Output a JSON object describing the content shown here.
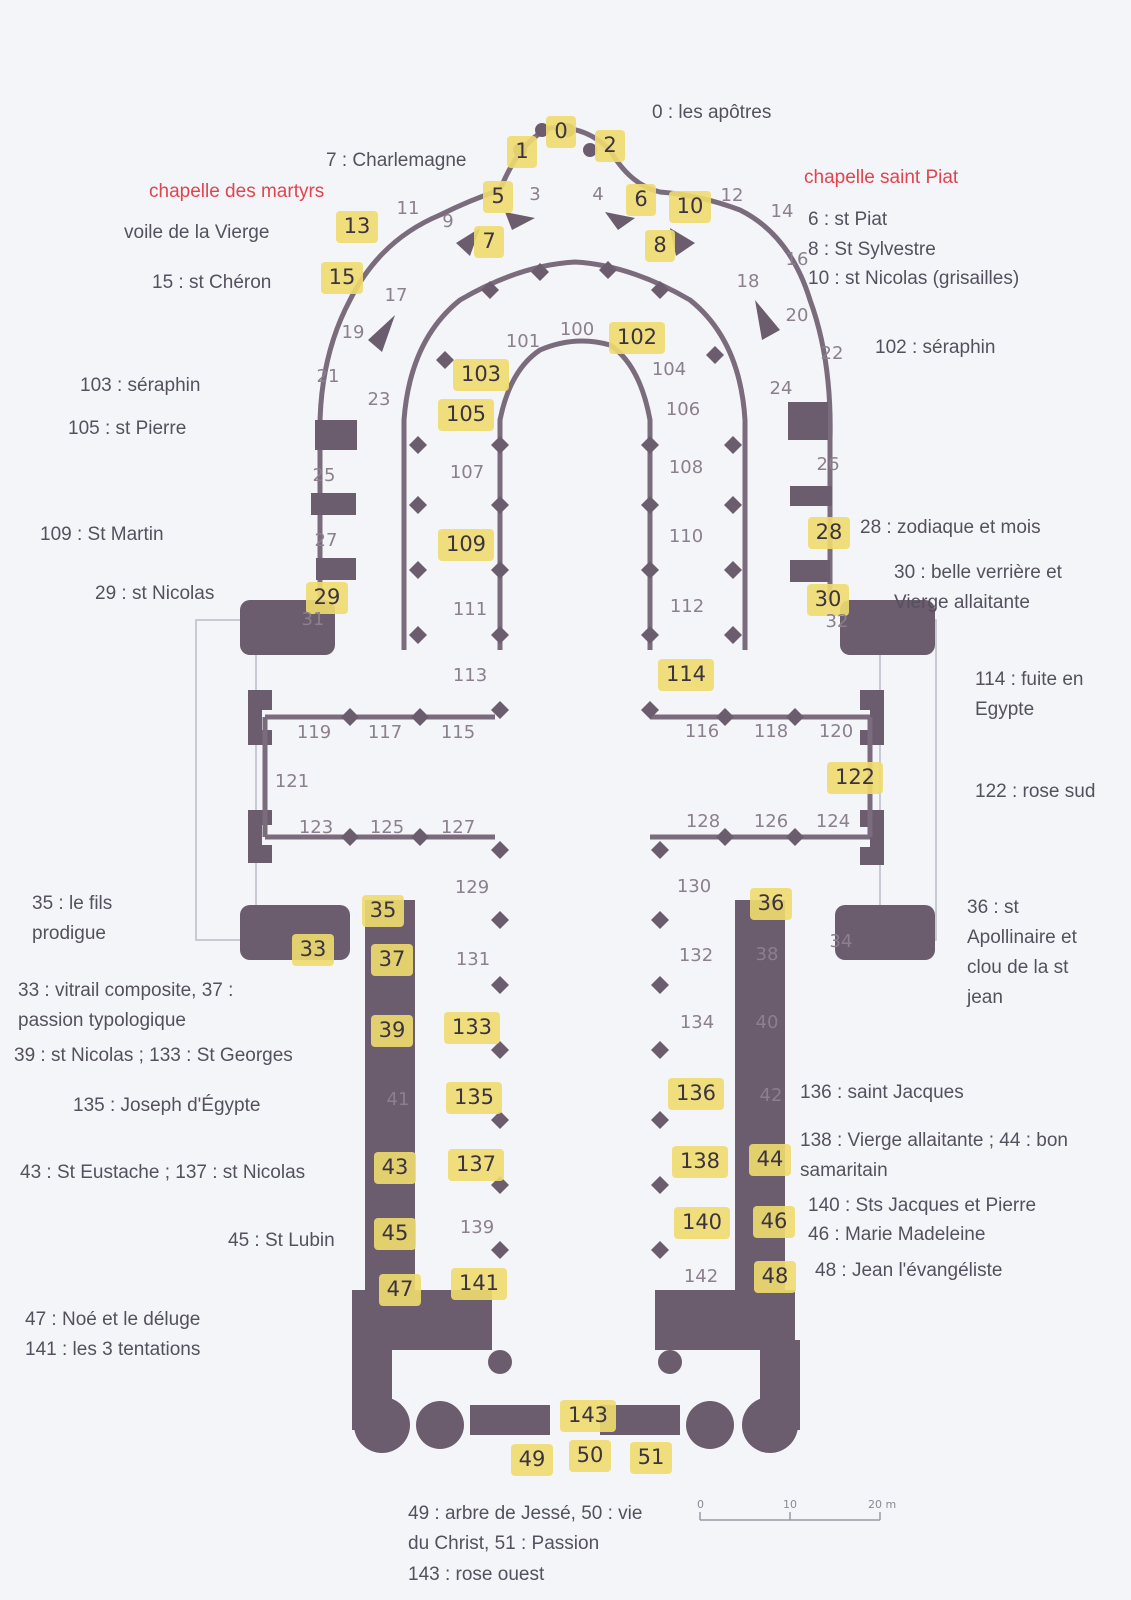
{
  "plan": {
    "scale_bar": [
      "0",
      "10",
      "20 m"
    ],
    "windows": [
      "0",
      "1",
      "2",
      "3",
      "4",
      "5",
      "6",
      "7",
      "8",
      "9",
      "10",
      "11",
      "12",
      "13",
      "14",
      "15",
      "16",
      "17",
      "18",
      "19",
      "20",
      "21",
      "22",
      "23",
      "24",
      "25",
      "26",
      "27",
      "28",
      "29",
      "30",
      "31",
      "32",
      "33",
      "34",
      "35",
      "36",
      "37",
      "38",
      "39",
      "40",
      "41",
      "42",
      "43",
      "44",
      "45",
      "46",
      "47",
      "48",
      "49",
      "50",
      "51",
      "100",
      "101",
      "102",
      "103",
      "104",
      "105",
      "106",
      "107",
      "108",
      "109",
      "110",
      "111",
      "112",
      "113",
      "114",
      "115",
      "116",
      "117",
      "118",
      "119",
      "120",
      "121",
      "122",
      "123",
      "124",
      "125",
      "126",
      "127",
      "128",
      "129",
      "130",
      "131",
      "132",
      "133",
      "134",
      "135",
      "136",
      "137",
      "138",
      "139",
      "140",
      "141",
      "142",
      "143"
    ],
    "highlighted": [
      "0",
      "1",
      "2",
      "5",
      "6",
      "7",
      "8",
      "10",
      "13",
      "15",
      "28",
      "29",
      "30",
      "33",
      "35",
      "36",
      "37",
      "39",
      "43",
      "44",
      "45",
      "46",
      "47",
      "48",
      "49",
      "50",
      "51",
      "102",
      "103",
      "105",
      "109",
      "114",
      "122",
      "133",
      "135",
      "136",
      "137",
      "138",
      "140",
      "141",
      "143"
    ]
  },
  "annotations": {
    "apotres": "0 : les apôtres",
    "charlemagne": "7 : Charlemagne",
    "chapelle_martyrs": "chapelle des martyrs",
    "chapelle_piat": "chapelle saint Piat",
    "voile": "voile de la Vierge",
    "piat": "6 : st Piat",
    "sylvestre": "8 : St Sylvestre",
    "nicolas10": "10 : st Nicolas (grisailles)",
    "cheron": "15 : st Chéron",
    "seraphin102": "102 : séraphin",
    "seraphin103": "103 : séraphin",
    "pierre105": "105 : st Pierre",
    "martin109": "109 : St Martin",
    "zodiaque28": "28 : zodiaque et mois",
    "nicolas29": "29 : st Nicolas",
    "verriere30_a": "30 : belle verrière et",
    "verriere30_b": "Vierge allaitante",
    "fuite114_a": "114 : fuite en",
    "fuite114_b": "Egypte",
    "rose122": "122 : rose sud",
    "fils35_a": "35 : le fils",
    "fils35_b": "prodigue",
    "apoll36_a": "36 : st",
    "apoll36_b": "Apollinaire et",
    "apoll36_c": "clou de la st",
    "apoll36_d": "jean",
    "vitrail33_a": "33 : vitrail composite, 37 :",
    "vitrail33_b": "passion typologique",
    "nicolas39": "39 :  st Nicolas ; 133 : St Georges",
    "joseph135": "135 : Joseph d'Égypte",
    "jacques136": "136 : saint Jacques",
    "vierge138_a": "138 : Vierge allaitante ; 44 : bon",
    "vierge138_b": "samaritain",
    "eustache43": "43 : St Eustache ; 137 : st Nicolas",
    "jacques140": "140 : Sts Jacques et Pierre",
    "madeleine46": "46 : Marie Madeleine",
    "lubin45": "45 : St Lubin",
    "jean48": "48 : Jean l'évangéliste",
    "noe47": "47 : Noé et le déluge",
    "tentations141": "141 : les 3 tentations",
    "jesse49_a": "49 : arbre de Jessé, 50 : vie",
    "jesse49_b": "du Christ,  51 : Passion",
    "rose143": "143 : rose ouest"
  }
}
